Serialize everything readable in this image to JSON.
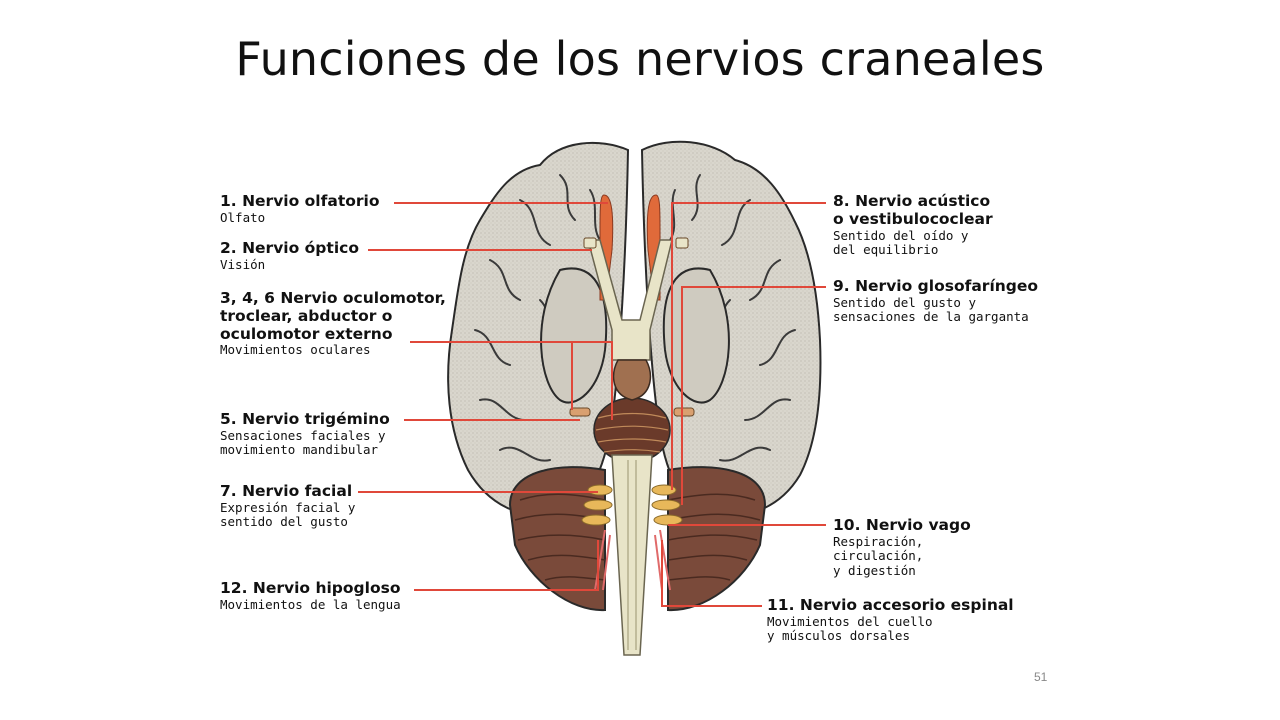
{
  "slide": {
    "title": "Funciones de los nervios craneales",
    "page_number": "51"
  },
  "labels": {
    "n1": {
      "heading": [
        "1. Nervio olfatorio"
      ],
      "sub": [
        "Olfato"
      ]
    },
    "n2": {
      "heading": [
        "2. Nervio óptico"
      ],
      "sub": [
        "Visión"
      ]
    },
    "n346": {
      "heading": [
        "3, 4, 6  Nervio oculomotor,",
        "troclear, abductor o",
        "oculomotor externo"
      ],
      "sub": [
        "Movimientos oculares"
      ]
    },
    "n5": {
      "heading": [
        "5. Nervio trigémino"
      ],
      "sub": [
        "Sensaciones faciales y",
        "movimiento mandibular"
      ]
    },
    "n7": {
      "heading": [
        "7. Nervio facial"
      ],
      "sub": [
        "Expresión facial y",
        "sentido del gusto"
      ]
    },
    "n12": {
      "heading": [
        "12. Nervio hipogloso"
      ],
      "sub": [
        "Movimientos de la lengua"
      ]
    },
    "n8": {
      "heading": [
        "8. Nervio acústico",
        "o vestibulococlear"
      ],
      "sub": [
        "Sentido del oído y",
        "del equilibrio"
      ]
    },
    "n9": {
      "heading": [
        "9. Nervio glosofaríngeo"
      ],
      "sub": [
        "Sentido del gusto y",
        "sensaciones de la garganta"
      ]
    },
    "n10": {
      "heading": [
        "10. Nervio vago"
      ],
      "sub": [
        "Respiración,",
        "circulación,",
        "y digestión"
      ]
    },
    "n11": {
      "heading": [
        "11. Nervio accesorio espinal"
      ],
      "sub": [
        "Movimientos del cuello",
        "y músculos dorsales"
      ]
    }
  },
  "colors": {
    "leader": "#e0483a",
    "brain": "#d6d3ca",
    "brain_outline": "#2a2a2a",
    "cerebellum": "#7a4a3a",
    "stem": "#e8e4c8",
    "nerve_orange": "#e87a3a",
    "nerve_yellow": "#e8b85a"
  }
}
